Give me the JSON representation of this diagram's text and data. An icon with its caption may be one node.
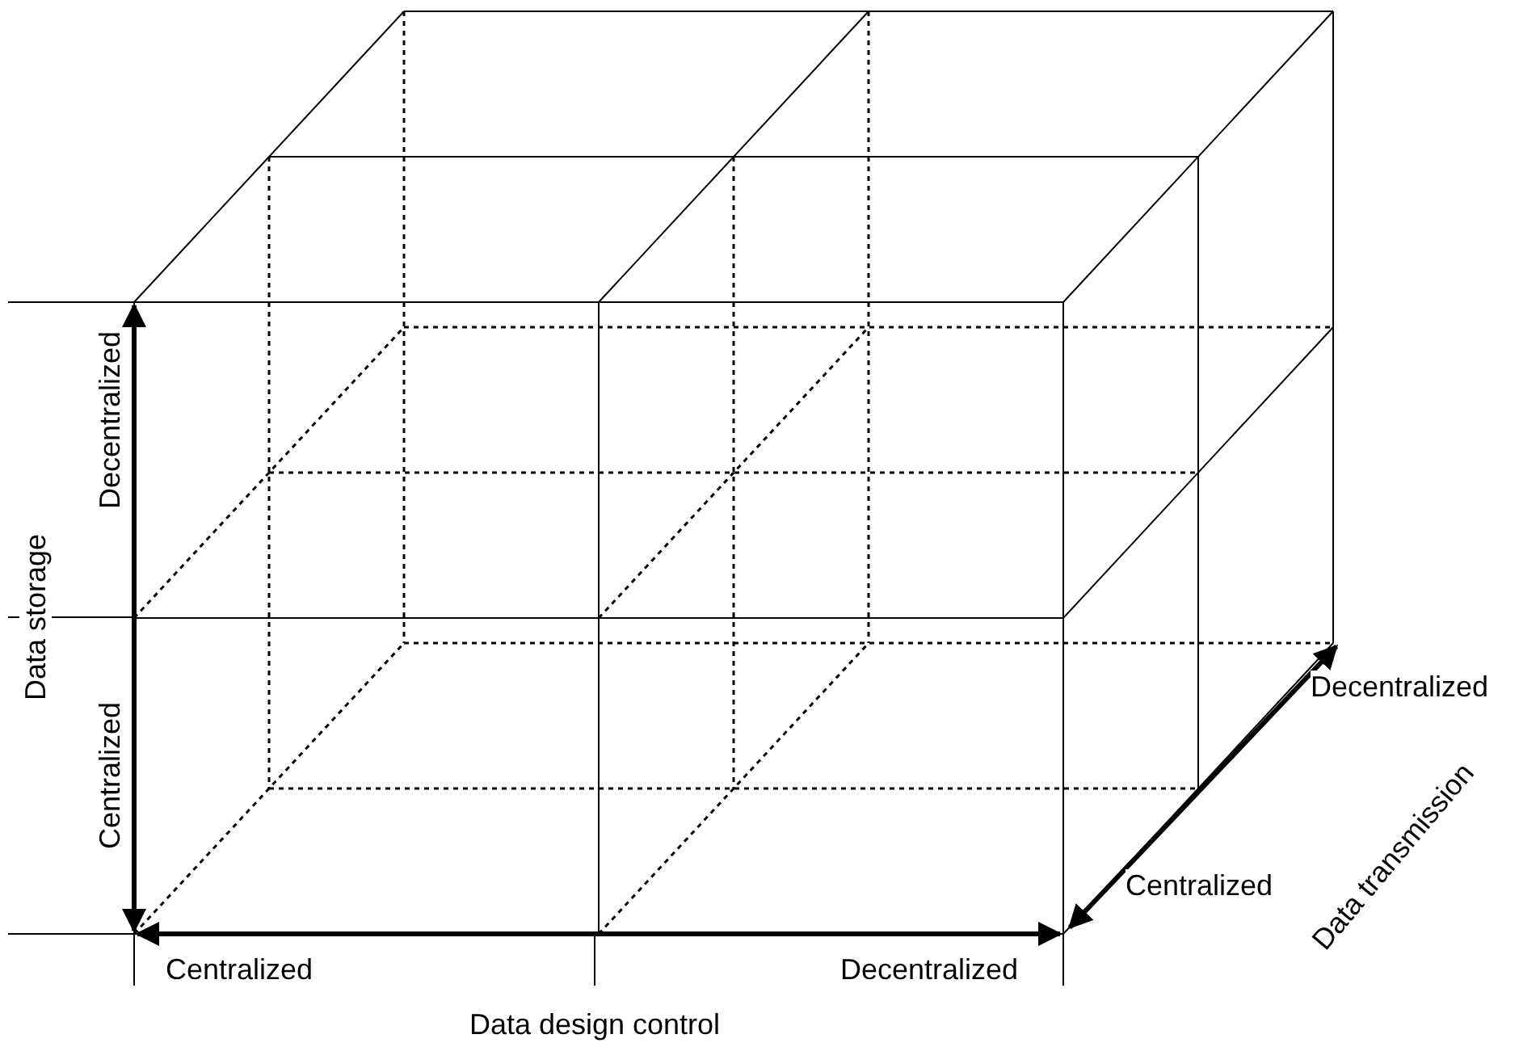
{
  "diagram": {
    "labels": [
      "Data storage",
      "Decentralized",
      "Centralized",
      "Centralized",
      "Decentralized",
      "Data design control",
      "Decentralized",
      "Centralized",
      "Data transmission"
    ]
  }
}
